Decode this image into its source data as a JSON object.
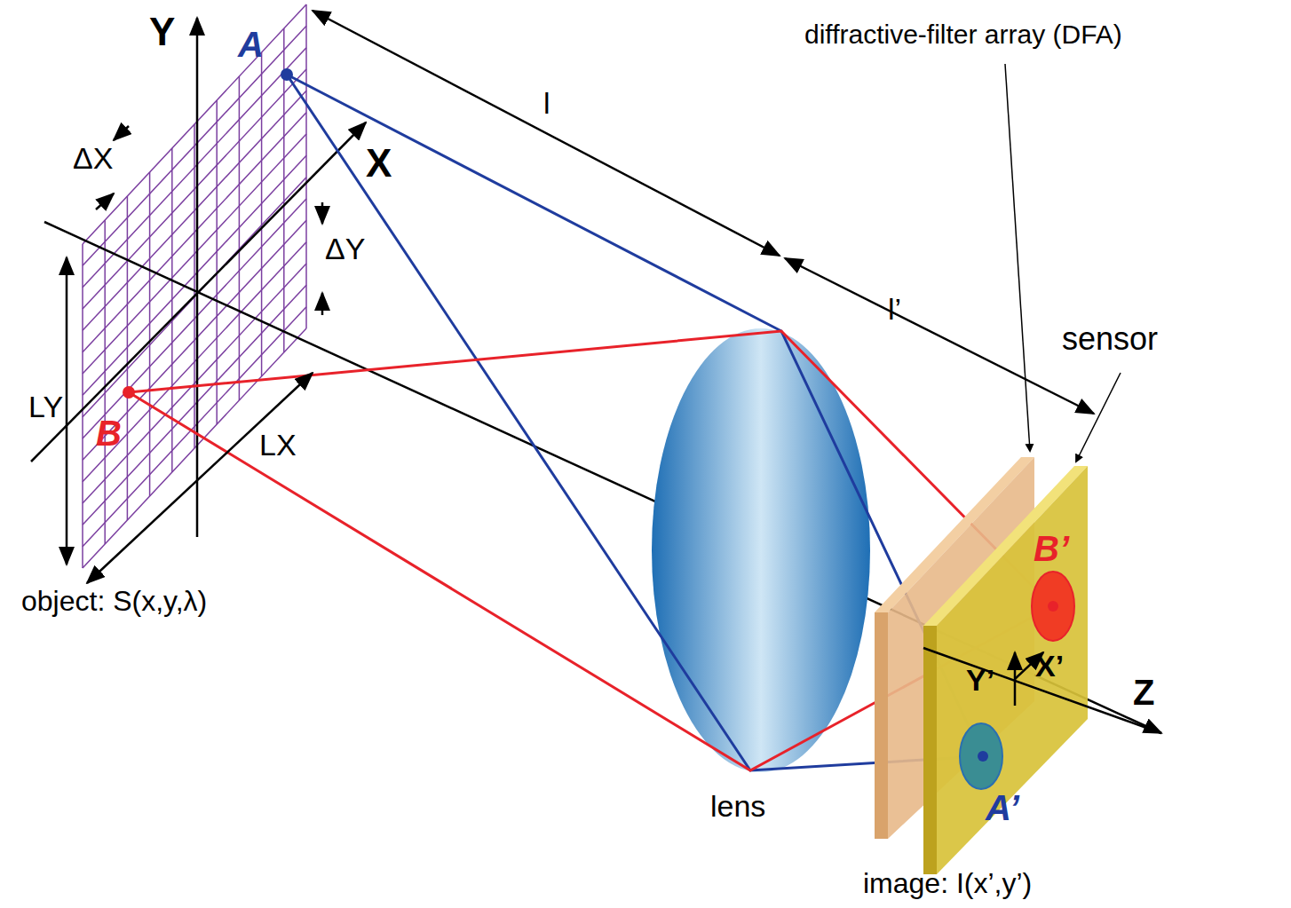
{
  "diagram": {
    "labels": [
      "Y",
      "A",
      "X",
      "ΔX",
      "ΔY",
      "l",
      "l’",
      "diffractive-filter array (DFA)",
      "sensor",
      "LY",
      "B",
      "LX",
      "object: S(x,y,λ)",
      "B’",
      "Y’",
      "X’",
      "Z",
      "lens",
      "A’",
      "image: I(x’,y’)"
    ]
  }
}
